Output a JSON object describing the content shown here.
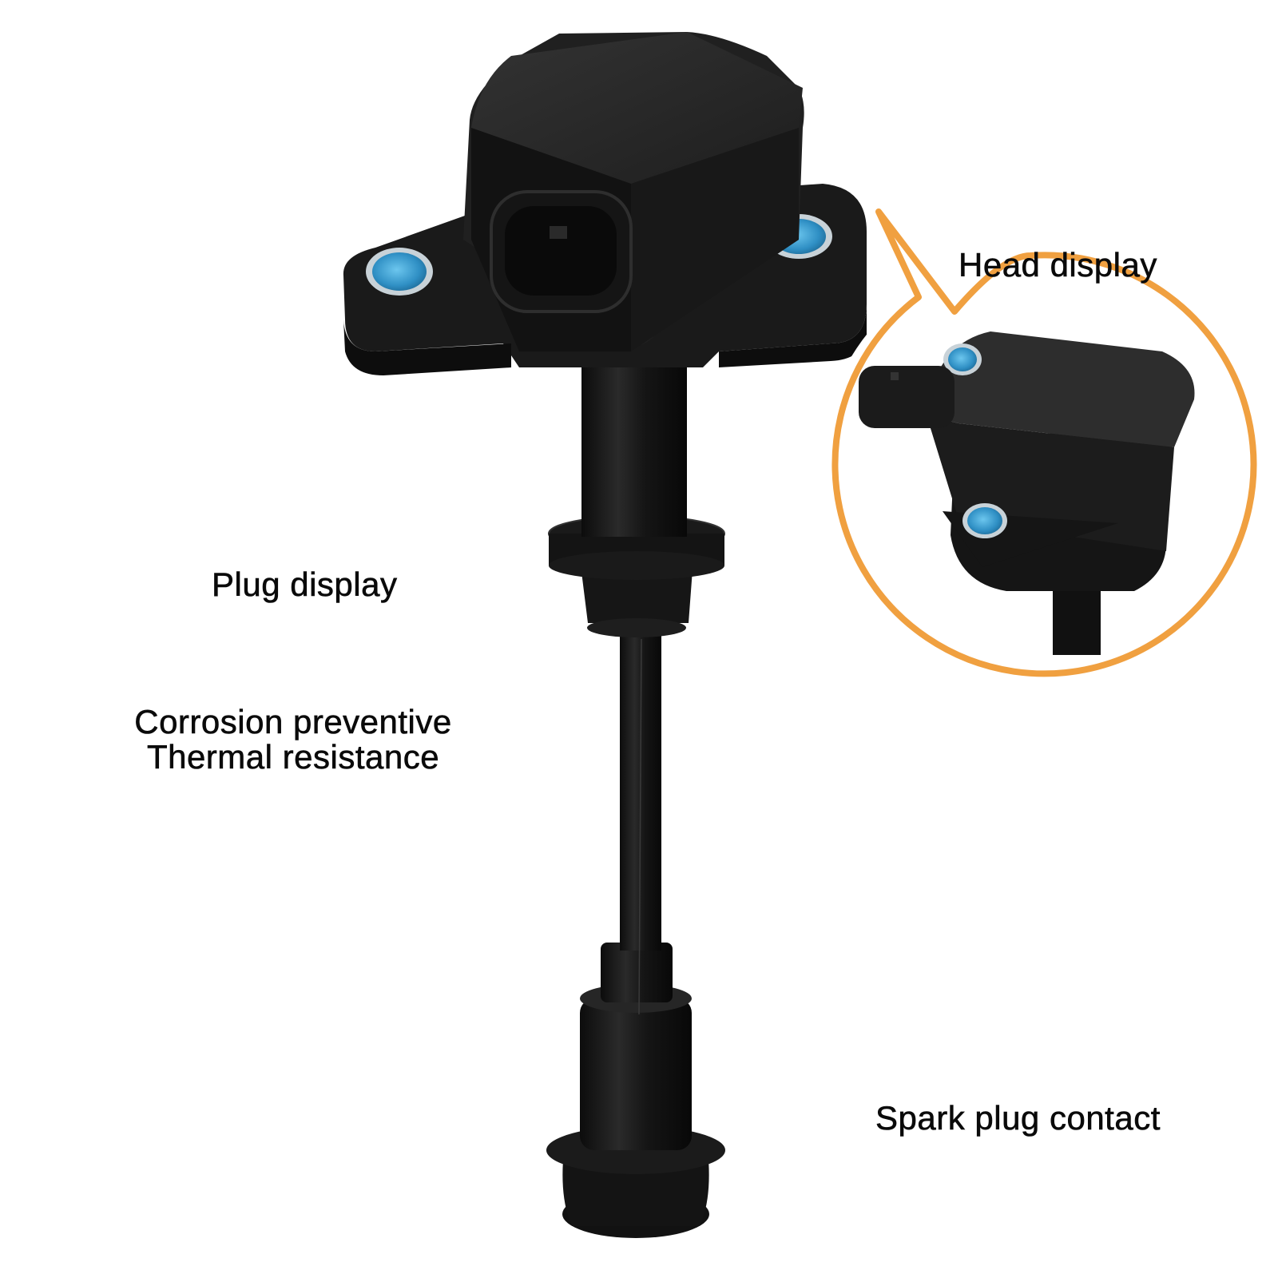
{
  "image": {
    "subject": "ignition-coil-product-photo",
    "background_color": "#ffffff",
    "accent_color": "#f0a040",
    "body_color": "#1c1c1c",
    "bushing_color": "#3aa6d8"
  },
  "callouts": {
    "head": {
      "label": "Head display"
    },
    "plug": {
      "label": "Plug display"
    },
    "shaft": {
      "label_line1": "Corrosion preventive",
      "label_line2": "Thermal resistance"
    },
    "spark": {
      "label": "Spark plug contact"
    }
  }
}
